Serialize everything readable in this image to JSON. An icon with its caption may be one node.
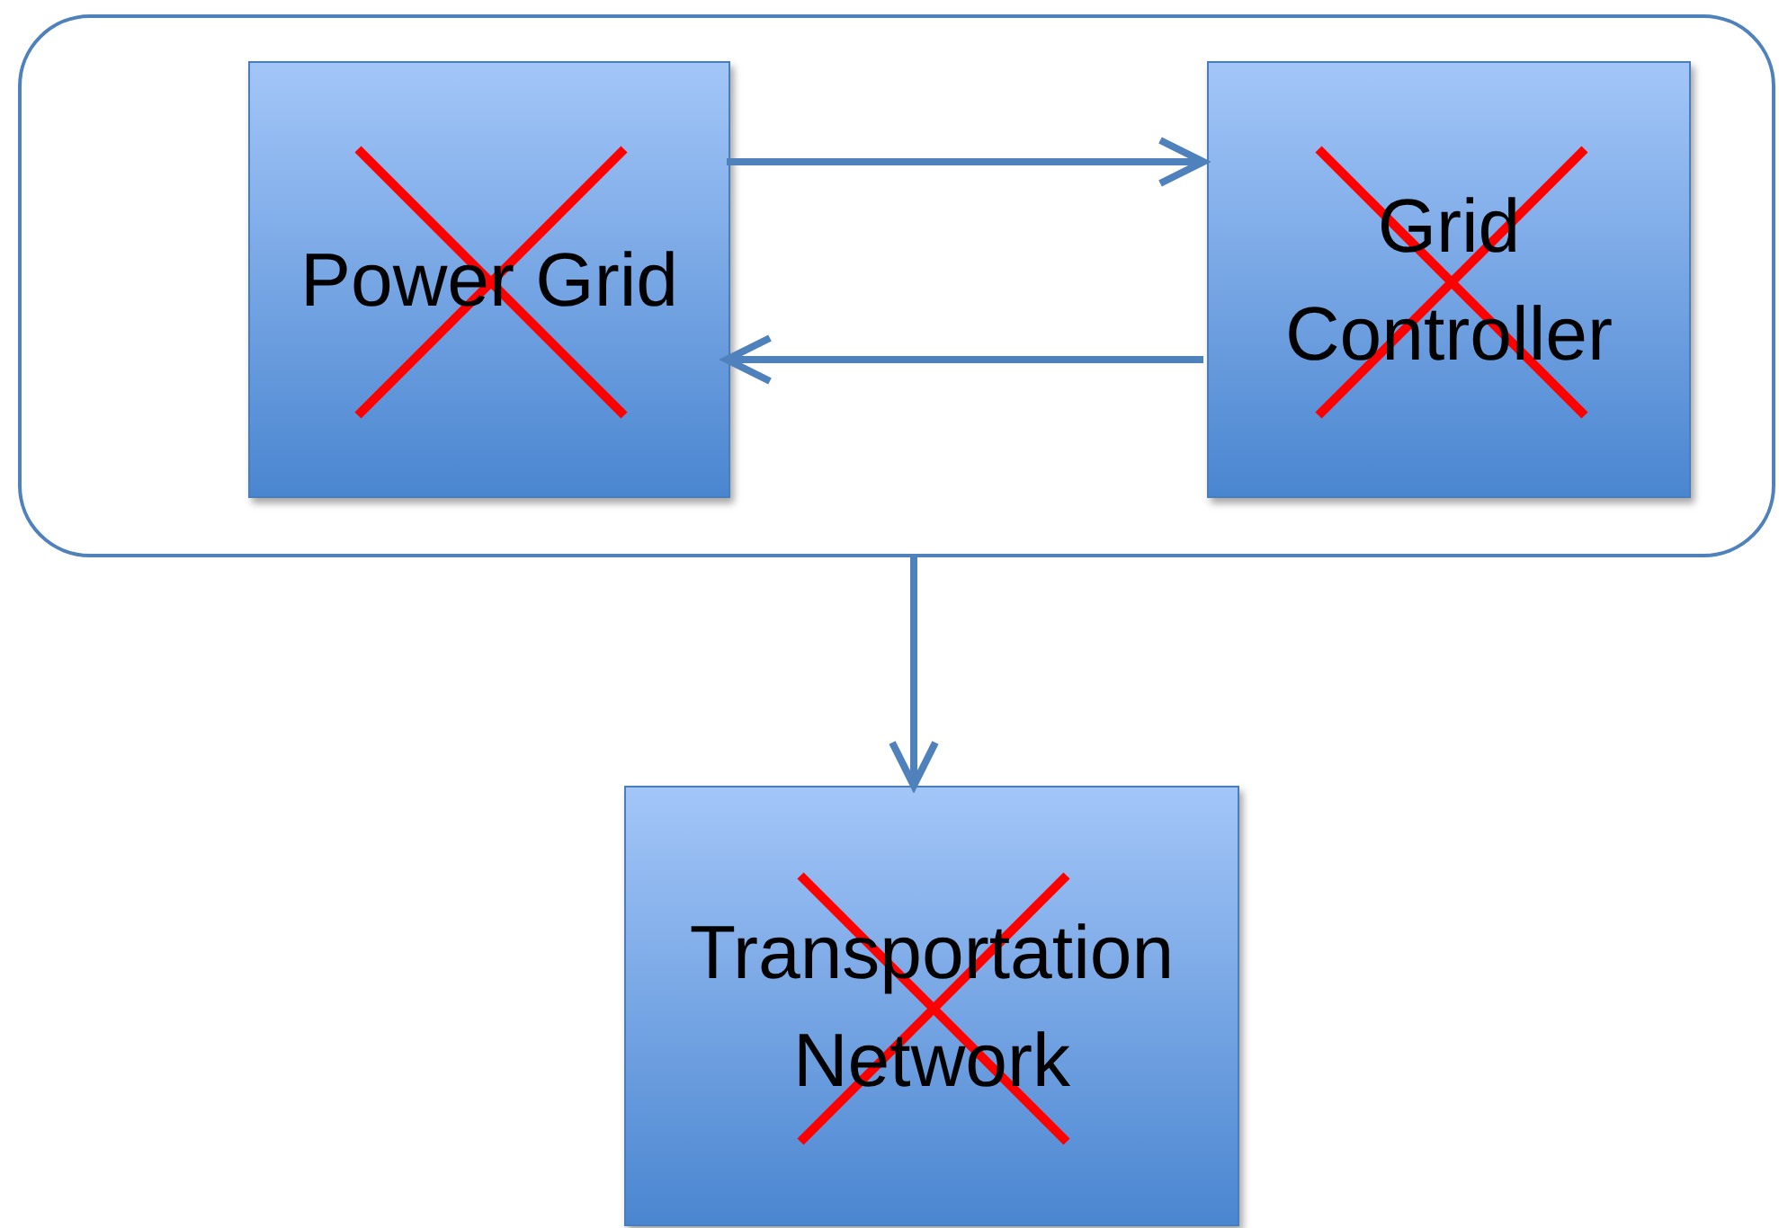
{
  "diagram": {
    "nodes": [
      {
        "text": [],
        "shape": "box"
      },
      {
        "text": [
          "Power Grid"
        ],
        "in": 0
      },
      {
        "text": [
          "Grid Controller"
        ],
        "in": 0
      },
      {
        "text": [
          "Transportation Network"
        ]
      }
    ],
    "edges": [
      {
        "from": 1,
        "to": 2,
        "arrow": "to"
      },
      {
        "from": 2,
        "to": 1,
        "arrow": "to"
      },
      {
        "from": 0,
        "to": 3,
        "arrow": "to"
      }
    ]
  }
}
